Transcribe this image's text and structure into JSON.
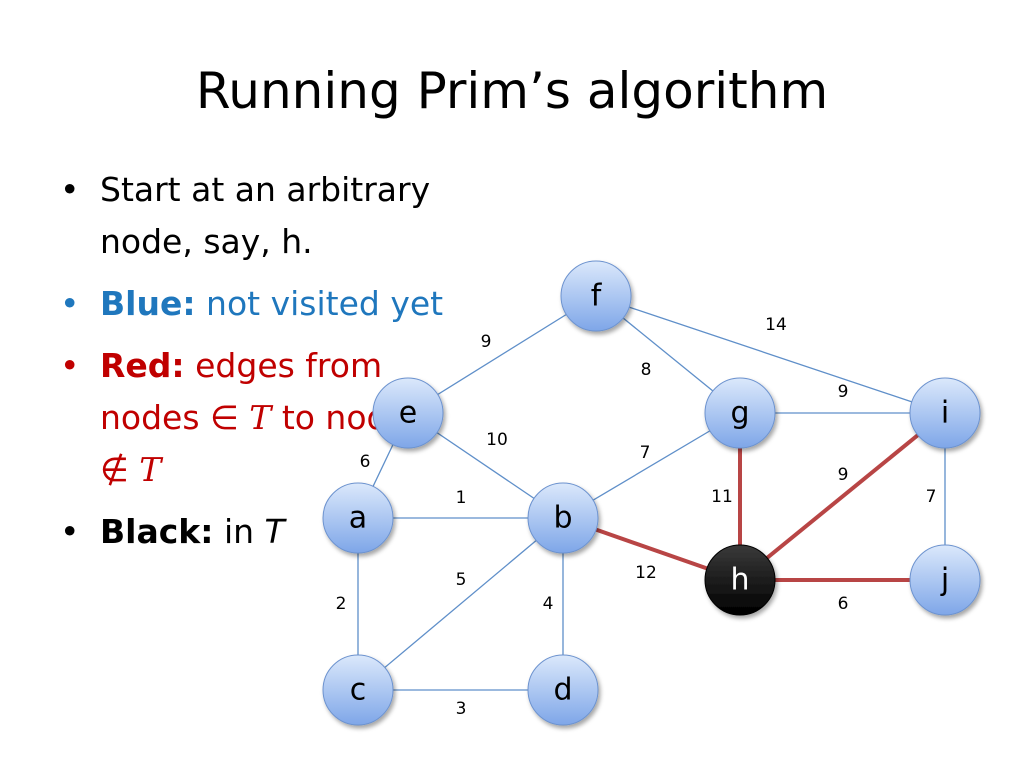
{
  "title": "Running Prim’s algorithm",
  "bullets": {
    "b1": {
      "text": "Start at an arbitrary node, say, h."
    },
    "b2": {
      "strong": "Blue:",
      "text": "not visited yet"
    },
    "b3": {
      "strong": "Red:",
      "text1": "edges from nodes ∈",
      "sym1": "T",
      "text2": "to nodes ∉",
      "sym2": "T"
    },
    "b4": {
      "strong": "Black:",
      "text": "in",
      "sym": "T"
    }
  },
  "colors": {
    "blue_text": "#1f77bd",
    "red_text": "#c00000",
    "node_fill_top": "#dbe8fb",
    "node_fill_bottom": "#7ea6e8",
    "blue_edge": "#5f8fc9",
    "red_edge": "#b84545",
    "tree_node": "#000000"
  },
  "graph": {
    "nodes": [
      {
        "id": "a",
        "label": "a",
        "state": "unvisited"
      },
      {
        "id": "b",
        "label": "b",
        "state": "unvisited"
      },
      {
        "id": "c",
        "label": "c",
        "state": "unvisited"
      },
      {
        "id": "d",
        "label": "d",
        "state": "unvisited"
      },
      {
        "id": "e",
        "label": "e",
        "state": "unvisited"
      },
      {
        "id": "f",
        "label": "f",
        "state": "unvisited"
      },
      {
        "id": "g",
        "label": "g",
        "state": "unvisited"
      },
      {
        "id": "h",
        "label": "h",
        "state": "in-tree"
      },
      {
        "id": "i",
        "label": "i",
        "state": "unvisited"
      },
      {
        "id": "j",
        "label": "j",
        "state": "unvisited"
      }
    ],
    "edges": [
      {
        "from": "e",
        "to": "f",
        "weight": "9",
        "state": "blue"
      },
      {
        "from": "f",
        "to": "g",
        "weight": "8",
        "state": "blue"
      },
      {
        "from": "f",
        "to": "i",
        "weight": "14",
        "state": "blue"
      },
      {
        "from": "g",
        "to": "i",
        "weight": "9",
        "state": "blue"
      },
      {
        "from": "e",
        "to": "b",
        "weight": "10",
        "state": "blue"
      },
      {
        "from": "e",
        "to": "a",
        "weight": "6",
        "state": "blue"
      },
      {
        "from": "b",
        "to": "g",
        "weight": "7",
        "state": "blue"
      },
      {
        "from": "a",
        "to": "b",
        "weight": "1",
        "state": "blue"
      },
      {
        "from": "a",
        "to": "c",
        "weight": "2",
        "state": "blue"
      },
      {
        "from": "b",
        "to": "c",
        "weight": "5",
        "state": "blue"
      },
      {
        "from": "b",
        "to": "d",
        "weight": "4",
        "state": "blue"
      },
      {
        "from": "c",
        "to": "d",
        "weight": "3",
        "state": "blue"
      },
      {
        "from": "i",
        "to": "j",
        "weight": "7",
        "state": "blue"
      },
      {
        "from": "g",
        "to": "h",
        "weight": "11",
        "state": "red"
      },
      {
        "from": "b",
        "to": "h",
        "weight": "12",
        "state": "red"
      },
      {
        "from": "i",
        "to": "h",
        "weight": "9",
        "state": "red"
      },
      {
        "from": "h",
        "to": "j",
        "weight": "6",
        "state": "red"
      }
    ]
  }
}
